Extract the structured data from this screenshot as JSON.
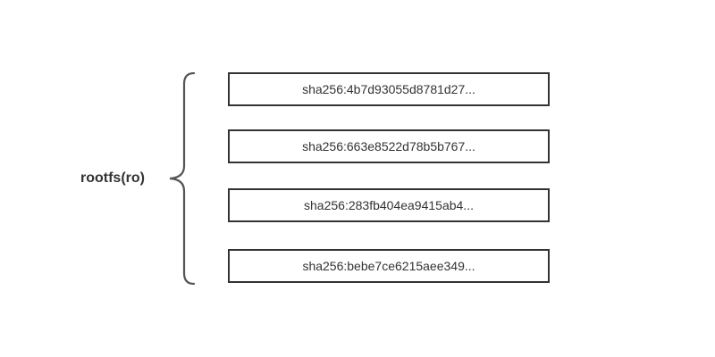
{
  "rootfs": {
    "label": "rootfs(ro)"
  },
  "layers": [
    {
      "label": "sha256:4b7d93055d8781d27..."
    },
    {
      "label": "sha256:663e8522d78b5b767..."
    },
    {
      "label": "sha256:283fb404ea9415ab4..."
    },
    {
      "label": "sha256:bebe7ce6215aee349..."
    }
  ]
}
